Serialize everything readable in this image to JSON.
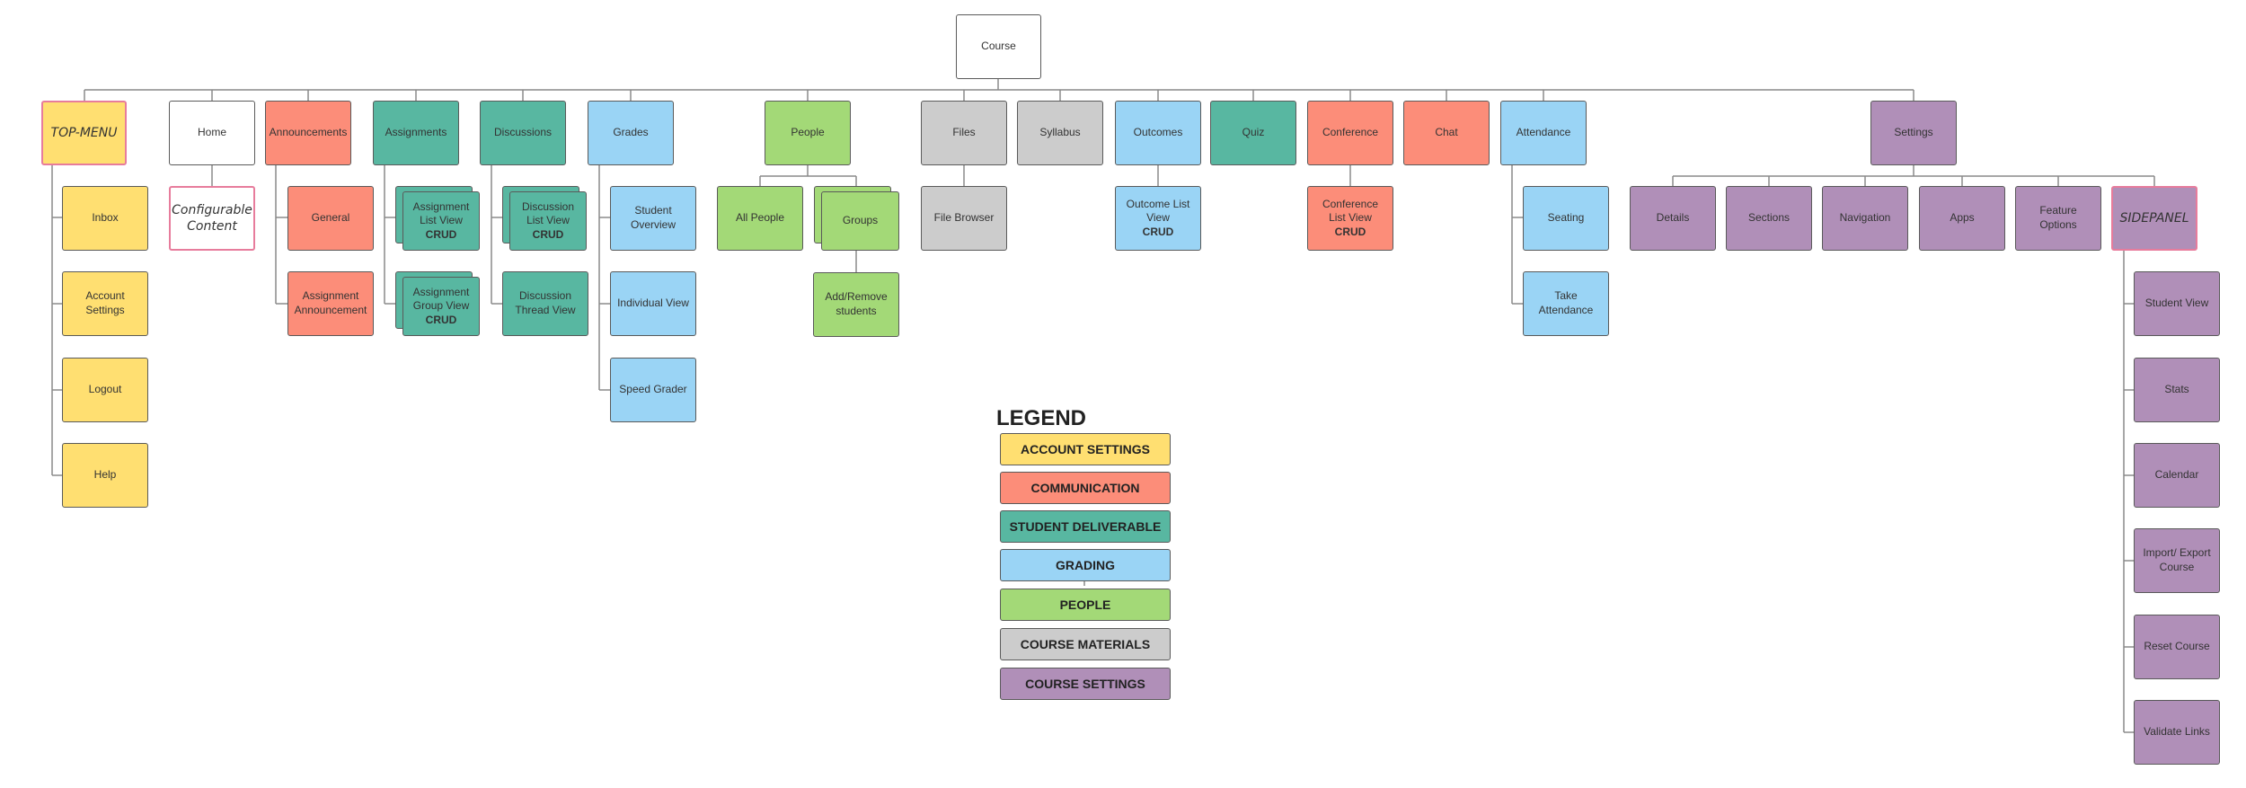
{
  "root": "Course",
  "top_level": {
    "top_menu": "TOP-MENU",
    "home": "Home",
    "announcements": "Announcements",
    "assignments": "Assignments",
    "discussions": "Discussions",
    "grades": "Grades",
    "people": "People",
    "files": "Files",
    "syllabus": "Syllabus",
    "outcomes": "Outcomes",
    "quiz": "Quiz",
    "conference": "Conference",
    "chat": "Chat",
    "attendance": "Attendance",
    "settings": "Settings"
  },
  "top_menu_items": [
    "Inbox",
    "Account Settings",
    "Logout",
    "Help"
  ],
  "home_items": [
    "Configurable Content"
  ],
  "announcements_items": [
    "General",
    "Assignment Announcement"
  ],
  "assignments_items": [
    {
      "text": "Assignment List View",
      "bold": "CRUD"
    },
    {
      "text": "Assignment Group View",
      "bold": "CRUD"
    }
  ],
  "discussions_items": [
    {
      "text": "Discussion List View",
      "bold": "CRUD"
    },
    {
      "text": "Discussion Thread View"
    }
  ],
  "grades_items": [
    "Student Overview",
    "Individual View",
    "Speed Grader"
  ],
  "people_items": [
    "All People",
    "Groups"
  ],
  "groups_items": [
    "Add/Remove students"
  ],
  "files_items": [
    "File Browser"
  ],
  "outcomes_items": [
    {
      "text": "Outcome List View",
      "bold": "CRUD"
    }
  ],
  "conference_items": [
    {
      "text": "Conference List View",
      "bold": "CRUD"
    }
  ],
  "attendance_items": [
    "Seating",
    "Take Attendance"
  ],
  "settings_items": [
    "Details",
    "Sections",
    "Navigation",
    "Apps",
    "Feature Options",
    "SIDEPANEL"
  ],
  "sidepanel_items": [
    "Student View",
    "Stats",
    "Calendar",
    "Import/ Export Course",
    "Reset Course",
    "Validate Links"
  ],
  "legend": {
    "title": "LEGEND",
    "items": [
      {
        "label": "ACCOUNT SETTINGS",
        "color": "#ffdf71"
      },
      {
        "label": "COMMUNICATION",
        "color": "#fc8d79"
      },
      {
        "label": "STUDENT DELIVERABLE",
        "color": "#58b7a1"
      },
      {
        "label": "GRADING",
        "color": "#9ad4f5"
      },
      {
        "label": "PEOPLE",
        "color": "#a3d977"
      },
      {
        "label": "COURSE MATERIALS",
        "color": "#cccccc"
      },
      {
        "label": "COURSE SETTINGS",
        "color": "#b08fb8"
      }
    ]
  }
}
